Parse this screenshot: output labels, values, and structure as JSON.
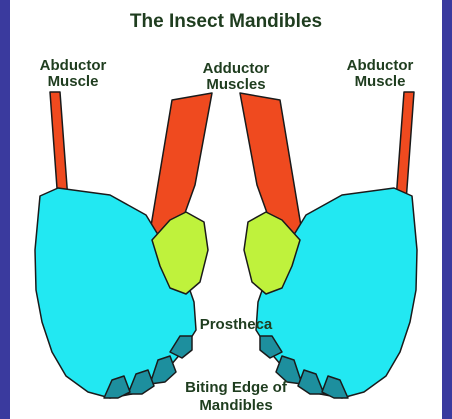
{
  "title": "The Insect Mandibles",
  "labels": {
    "abductor_left": [
      "Abductor",
      "Muscle"
    ],
    "adductor_center": [
      "Adductor",
      "Muscles"
    ],
    "abductor_right": [
      "Abductor",
      "Muscle"
    ],
    "prostheca": "Prostheca",
    "biting_edge": [
      "Biting Edge of",
      "Mandibles"
    ]
  },
  "colors": {
    "frame": "#3a3a9e",
    "muscle": "#ef4a1f",
    "mandible": "#22e8f2",
    "prostheca": "#bff23c",
    "teeth": "#1d8f9e",
    "outline": "#1a1a1a",
    "text": "#1f3d1f"
  }
}
